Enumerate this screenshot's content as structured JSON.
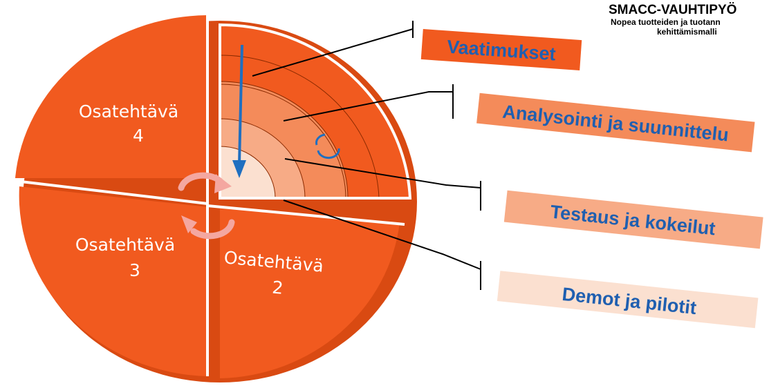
{
  "title": {
    "main": "SMACC-VAUHTIPYÖ",
    "subtitle_line1": "Nopea tuotteiden ja tuotann",
    "subtitle_line2": "kehittämismalli"
  },
  "quadrants": [
    {
      "line1": "Osatehtävä",
      "line2": "4"
    },
    {
      "line1": "Osatehtävä",
      "line2": "3"
    },
    {
      "line1": "Osatehtävä",
      "line2": "2"
    }
  ],
  "banners": [
    {
      "label": "Vaatimukset",
      "color": "#f15a1f"
    },
    {
      "label": "Analysointi ja suunnittelu",
      "color": "#f48b5a"
    },
    {
      "label": "Testaus ja kokeilut",
      "color": "#f7ab86"
    },
    {
      "label": "Demot ja pilotit",
      "color": "#fbe0d0"
    }
  ],
  "colors": {
    "disc": "#f15a1f",
    "ring_1": "#f15a1f",
    "ring_2": "#f48b5a",
    "ring_3": "#f7ab86",
    "ring_4": "#fbe0d0",
    "arrow": "#1f6fc0",
    "cycle_arrows": "#f4a7a0"
  }
}
